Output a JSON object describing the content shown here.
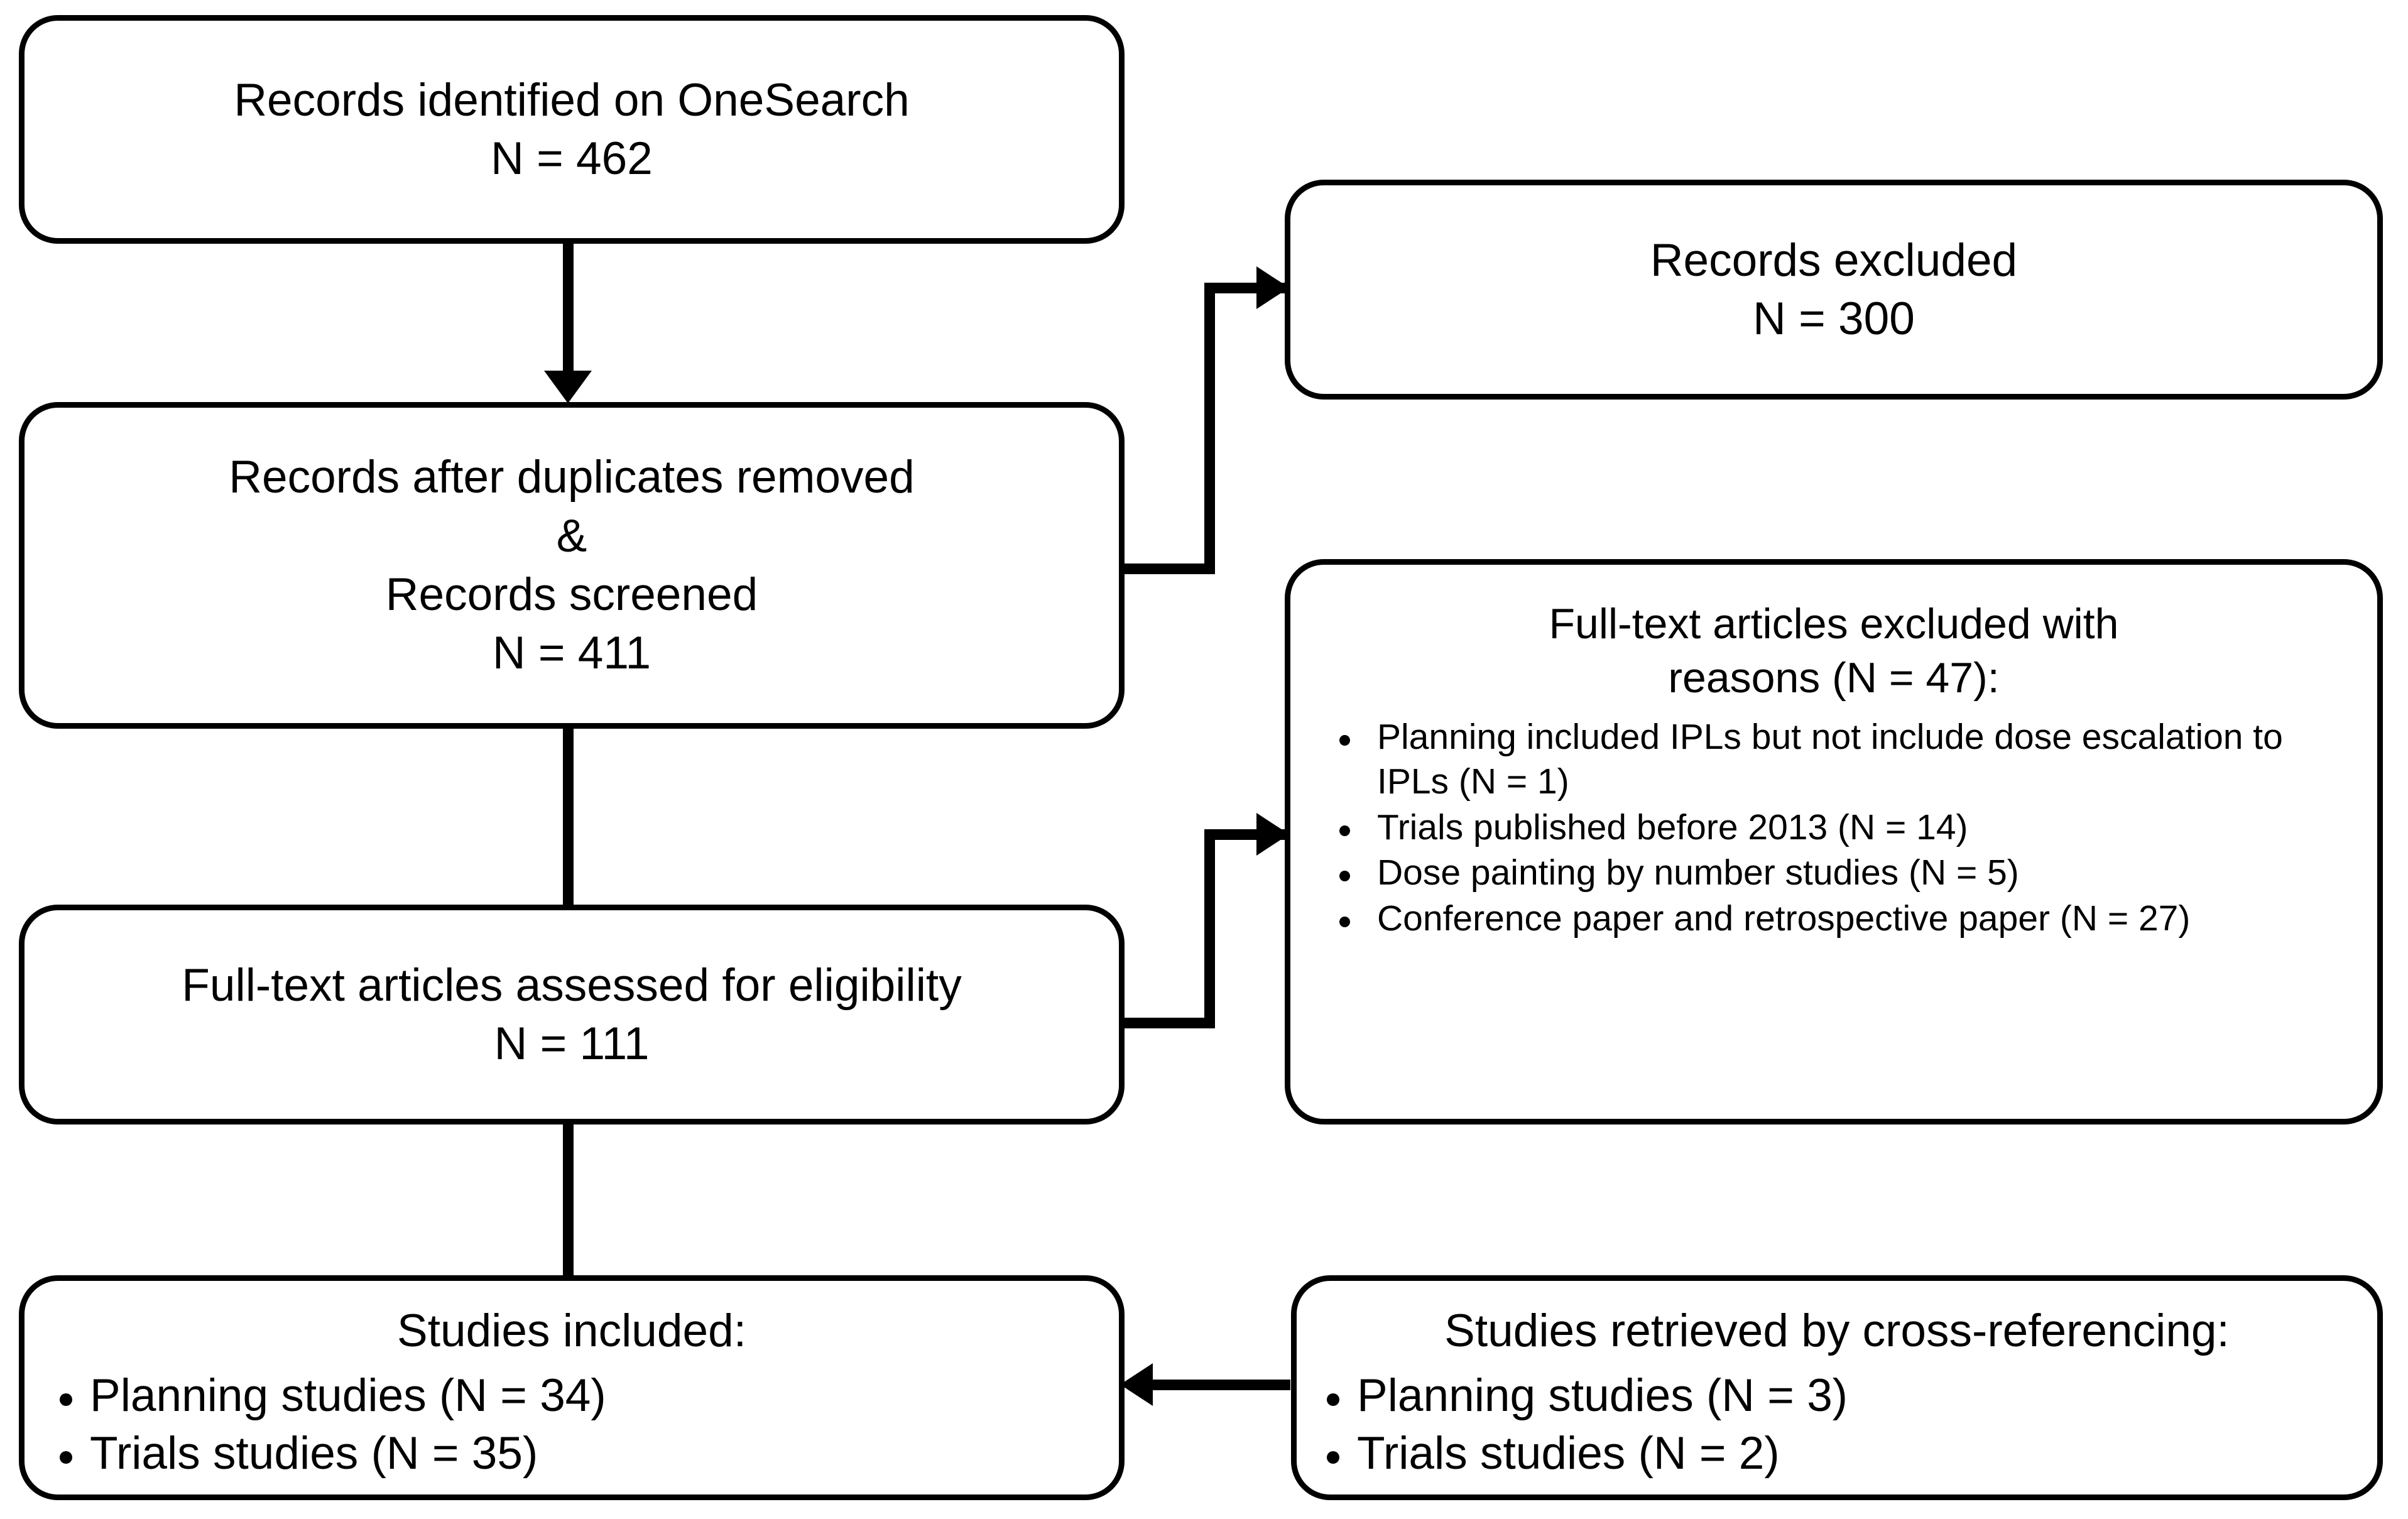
{
  "diagram": {
    "type": "prisma-flow-diagram",
    "nodes": {
      "identified": {
        "line1": "Records identified on OneSearch",
        "line2": "N = 462"
      },
      "records_excluded": {
        "line1": "Records excluded",
        "line2": "N = 300"
      },
      "after_duplicates": {
        "line1": "Records after duplicates removed",
        "line2": "&",
        "line3": "Records screened",
        "line4": "N = 411"
      },
      "fulltext_excluded": {
        "heading_line1": "Full-text articles excluded with",
        "heading_line2": "reasons (N = 47):",
        "reasons": [
          "Planning included IPLs but not include dose escalation to IPLs (N = 1)",
          "Trials published before 2013 (N = 14)",
          "Dose painting by number studies (N = 5)",
          "Conference paper and retrospective paper (N = 27)"
        ]
      },
      "fulltext_assessed": {
        "line1": "Full-text articles assessed for eligibility",
        "line2": "N = 111"
      },
      "studies_included": {
        "heading": "Studies included:",
        "items": [
          "Planning studies (N = 34)",
          "Trials studies (N = 35)"
        ]
      },
      "cross_referenced": {
        "heading": "Studies retrieved by cross-referencing:",
        "items": [
          "Planning studies (N = 3)",
          "Trials studies (N = 2)"
        ]
      }
    },
    "colors": {
      "stroke": "#000000",
      "fill": "#ffffff",
      "text": "#000000"
    }
  }
}
